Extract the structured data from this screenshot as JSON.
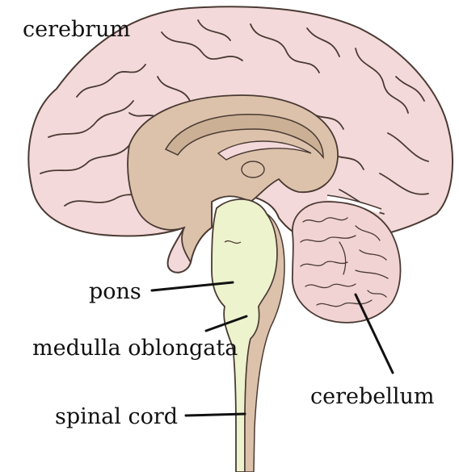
{
  "labels": {
    "cerebrum": "cerebrum",
    "pons": "pons",
    "medulla": "medulla oblongata",
    "cerebellum": "cerebellum",
    "spinal_cord": "spinal cord"
  },
  "colors": {
    "cerebrum_fill": "#f3d9d9",
    "inner_fill": "#dcc2ab",
    "brainstem_fill": "#edf3cd",
    "cerebellum_fill": "#f1d3d3",
    "outline": "#4a3a33",
    "leader_line": "#111111"
  }
}
